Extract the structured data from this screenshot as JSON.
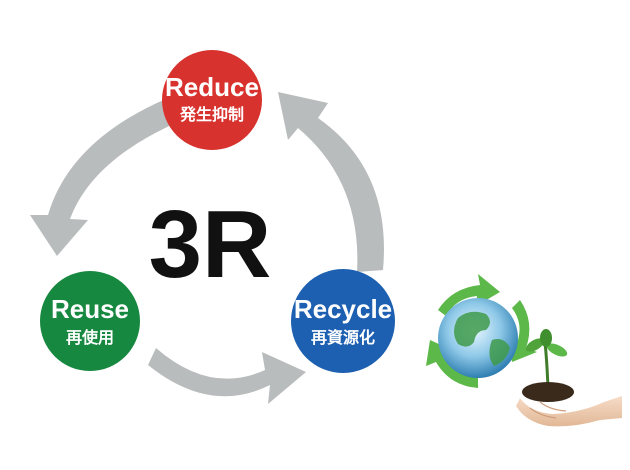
{
  "diagram": {
    "center": "3R",
    "nodes": [
      {
        "id": "reduce",
        "title": "Reduce",
        "subtitle": "発生抑制",
        "color": "#d8322e"
      },
      {
        "id": "reuse",
        "title": "Reuse",
        "subtitle": "再使用",
        "color": "#17883f"
      },
      {
        "id": "recycle",
        "title": "Recycle",
        "subtitle": "再資源化",
        "color": "#1d5fb0"
      }
    ],
    "arrow_color": "#b9bcbc",
    "illustration": "globe-with-recycle-arrows-and-seedling-in-hands"
  }
}
